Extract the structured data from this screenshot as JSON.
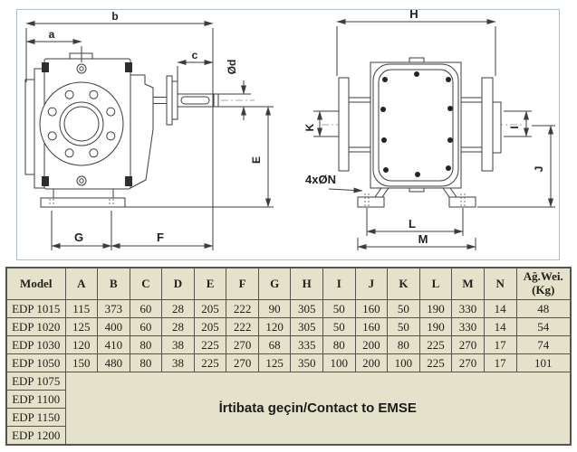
{
  "drawing": {
    "frame_color": "#a9c2ca",
    "line_color": "#3d3d3d",
    "dims": {
      "a": "a",
      "b": "b",
      "c": "c",
      "shaft_dia": "Ød",
      "e": "E",
      "f": "F",
      "g": "G",
      "h": "H",
      "i": "I",
      "j": "J",
      "k": "K",
      "l": "L",
      "m": "M",
      "foot_holes": "4xØN"
    }
  },
  "table": {
    "background": "#e5e2cb",
    "border_color": "#55534b",
    "headers": [
      "Model",
      "A",
      "B",
      "C",
      "D",
      "E",
      "F",
      "G",
      "H",
      "I",
      "J",
      "K",
      "L",
      "M",
      "N",
      "Ağ.Wei. (Kg)"
    ],
    "rows": [
      {
        "model": "EDP 1015",
        "values": [
          115,
          373,
          60,
          28,
          205,
          222,
          90,
          305,
          50,
          160,
          50,
          190,
          330,
          14,
          48
        ]
      },
      {
        "model": "EDP 1020",
        "values": [
          125,
          400,
          60,
          28,
          205,
          222,
          120,
          305,
          50,
          160,
          50,
          190,
          330,
          14,
          54
        ]
      },
      {
        "model": "EDP 1030",
        "values": [
          120,
          410,
          80,
          38,
          225,
          270,
          68,
          335,
          80,
          200,
          80,
          225,
          270,
          17,
          74
        ]
      },
      {
        "model": "EDP 1050",
        "values": [
          150,
          480,
          80,
          38,
          225,
          270,
          125,
          350,
          100,
          200,
          100,
          225,
          270,
          17,
          101
        ]
      }
    ],
    "contact": {
      "models": [
        "EDP 1075",
        "EDP 1100",
        "EDP 1150",
        "EDP 1200"
      ],
      "message": "İrtibata geçin/Contact to EMSE"
    }
  }
}
